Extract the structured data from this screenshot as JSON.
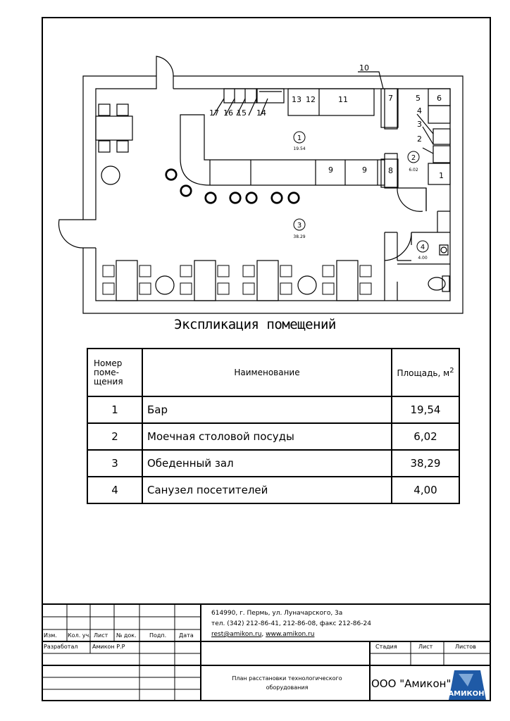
{
  "plan": {
    "numbers": [
      "1",
      "2",
      "3",
      "4",
      "5",
      "6",
      "7",
      "8",
      "9",
      "9",
      "10",
      "11",
      "12",
      "13",
      "14",
      "15",
      "16",
      "17",
      "4",
      "3",
      "2",
      "1"
    ],
    "rooms": [
      {
        "num": "1",
        "area": "19.54"
      },
      {
        "num": "2",
        "area": "6.02"
      },
      {
        "num": "3",
        "area": "38.29"
      },
      {
        "num": "4",
        "area": "4.00"
      }
    ]
  },
  "title": "Экспликация помещений",
  "table": {
    "headers": {
      "num": "Номер поме- щения",
      "name": "Наименование",
      "area": "Площадь, м"
    },
    "area_sup": "2",
    "rows": [
      {
        "num": "1",
        "name": "Бар",
        "area": "19,54"
      },
      {
        "num": "2",
        "name": "Моечная столовой посуды",
        "area": "6,02"
      },
      {
        "num": "3",
        "name": "Обеденный зал",
        "area": "38,29"
      },
      {
        "num": "4",
        "name": "Санузел посетителей",
        "area": "4,00"
      }
    ]
  },
  "stamp": {
    "address": "614990, г. Пермь, ул. Луначарского, 3а",
    "phones": "тел. (342) 212-86-41, 212-86-08, факс 212-86-24",
    "email": "rest@amikon.ru",
    "web": "www.amikon.ru",
    "cols": {
      "izm": "Изм.",
      "kol": "Кол. уч.",
      "list": "Лист",
      "ndok": "№ док.",
      "podp": "Подп.",
      "data": "Дата"
    },
    "developed_label": "Разработал",
    "developer": "Амикон Р.Р",
    "stage": "Стадия",
    "sheet": "Лист",
    "sheets": "Листов",
    "drawing_title": "План расстановки технологического оборудования",
    "company": "ООО \"Амикон\"",
    "logo_text": "АМИКОН"
  }
}
